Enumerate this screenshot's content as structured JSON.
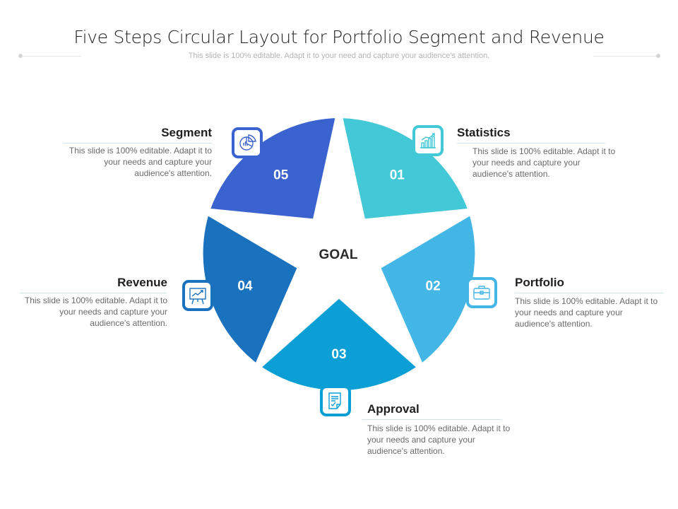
{
  "slide": {
    "title": "Five Steps Circular Layout for Portfolio Segment and Revenue",
    "subtitle": "This slide is 100% editable. Adapt it to your need and capture your audience's attention."
  },
  "center_label": "GOAL",
  "steps": [
    {
      "number": "01",
      "heading": "Statistics",
      "text": "This slide is 100% editable. Adapt it to your needs and capture your audience's attention.",
      "color": "#42c8d6",
      "icon": "bar-chart-icon"
    },
    {
      "number": "02",
      "heading": "Portfolio",
      "text": "This slide is 100% editable. Adapt it to your needs and capture your audience's attention.",
      "color": "#44b6e6",
      "icon": "briefcase-icon"
    },
    {
      "number": "03",
      "heading": "Approval",
      "text": "This slide is 100% editable. Adapt it to your needs and capture your audience's attention.",
      "color": "#0c9fd6",
      "icon": "signed-document-icon"
    },
    {
      "number": "04",
      "heading": "Revenue",
      "text": "This slide is 100% editable. Adapt it to your needs and capture your audience's attention.",
      "color": "#1a72bf",
      "icon": "presentation-board-icon"
    },
    {
      "number": "05",
      "heading": "Segment",
      "text": "This slide is 100% editable. Adapt it to your needs and capture your audience's attention.",
      "color": "#3a63cf",
      "icon": "pie-chart-icon"
    }
  ],
  "icon_border_color": "#3ec8d6"
}
